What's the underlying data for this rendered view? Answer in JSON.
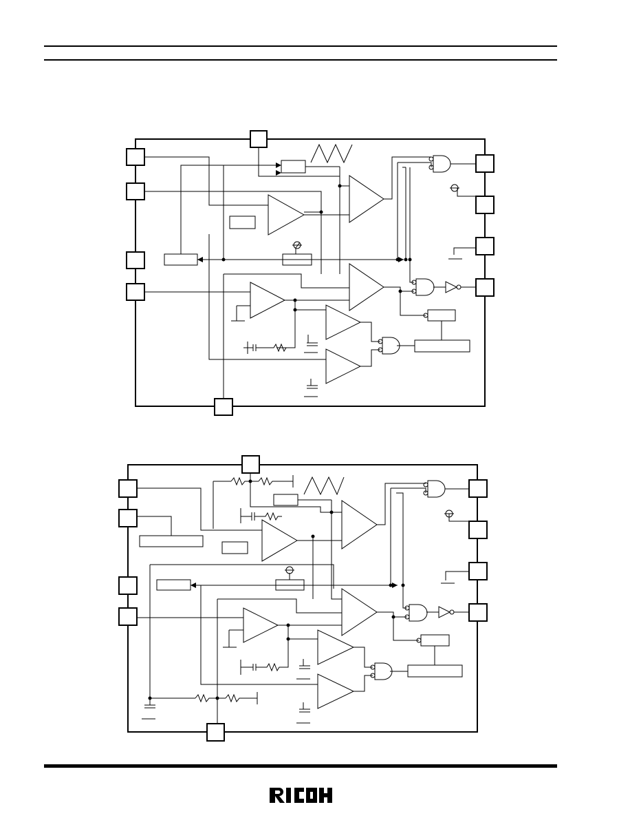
{
  "page": {
    "title": ""
  },
  "header": {
    "rule_style": "double"
  },
  "footer": {
    "rule_style": "thick",
    "logo": {
      "name": "ricoh-logo",
      "text": "RICOH",
      "color": "#000000"
    }
  },
  "diagrams": [
    {
      "name": "block-diagram-1",
      "label": ""
    },
    {
      "name": "block-diagram-2",
      "label": ""
    }
  ],
  "colors": {
    "ink": "#000000",
    "background": "#ffffff"
  }
}
